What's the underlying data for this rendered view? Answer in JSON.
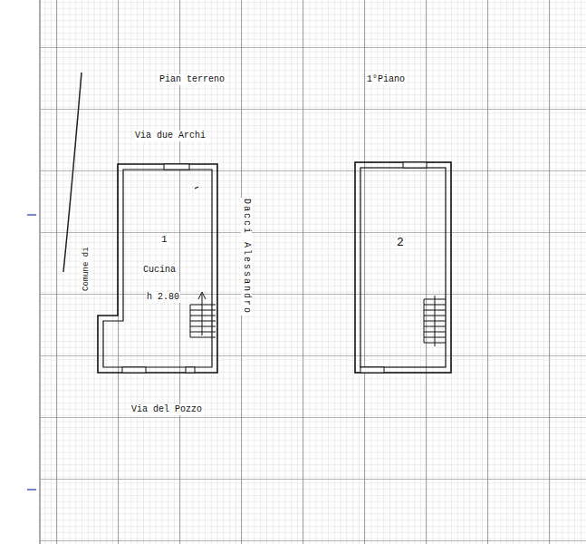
{
  "diagram": {
    "nodes": [
      {
        "text": [
          "1",
          "Cucina",
          "h 2.80"
        ]
      },
      {
        "text": [
          "2"
        ]
      }
    ],
    "labels": [
      "Pian terreno",
      "1°Piano",
      "Via due Archi",
      "Dacci Alessandro",
      "Via del Pozzo",
      "Comune di"
    ]
  }
}
